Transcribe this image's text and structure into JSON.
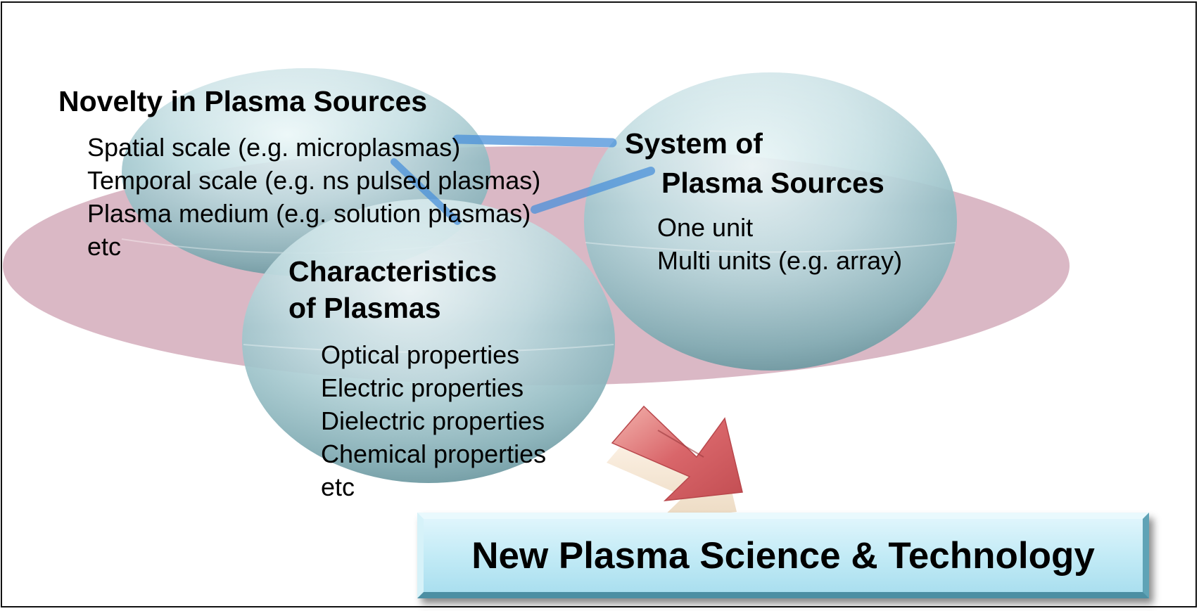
{
  "novelty": {
    "title": "Novelty in Plasma Sources",
    "items": [
      "Spatial scale (e.g. microplasmas)",
      "Temporal scale (e.g. ns pulsed plasmas)",
      "Plasma medium (e.g. solution plasmas)",
      "etc"
    ]
  },
  "system": {
    "title_line1": "System of",
    "title_line2": "Plasma Sources",
    "items": [
      "One unit",
      "Multi units (e.g. array)"
    ]
  },
  "characteristics": {
    "title_line1": "Characteristics",
    "title_line2": "of Plasmas",
    "items": [
      "Optical properties",
      "Electric properties",
      "Dielectric properties",
      "Chemical properties",
      "etc"
    ]
  },
  "target": {
    "label": "New Plasma Science & Technology"
  },
  "colors": {
    "ellipse": "#d8b4c2",
    "sphere": "#a9cdd3",
    "connector": "#4a90d9",
    "arrow": "#d9666a",
    "box": "#c3ebf6"
  }
}
